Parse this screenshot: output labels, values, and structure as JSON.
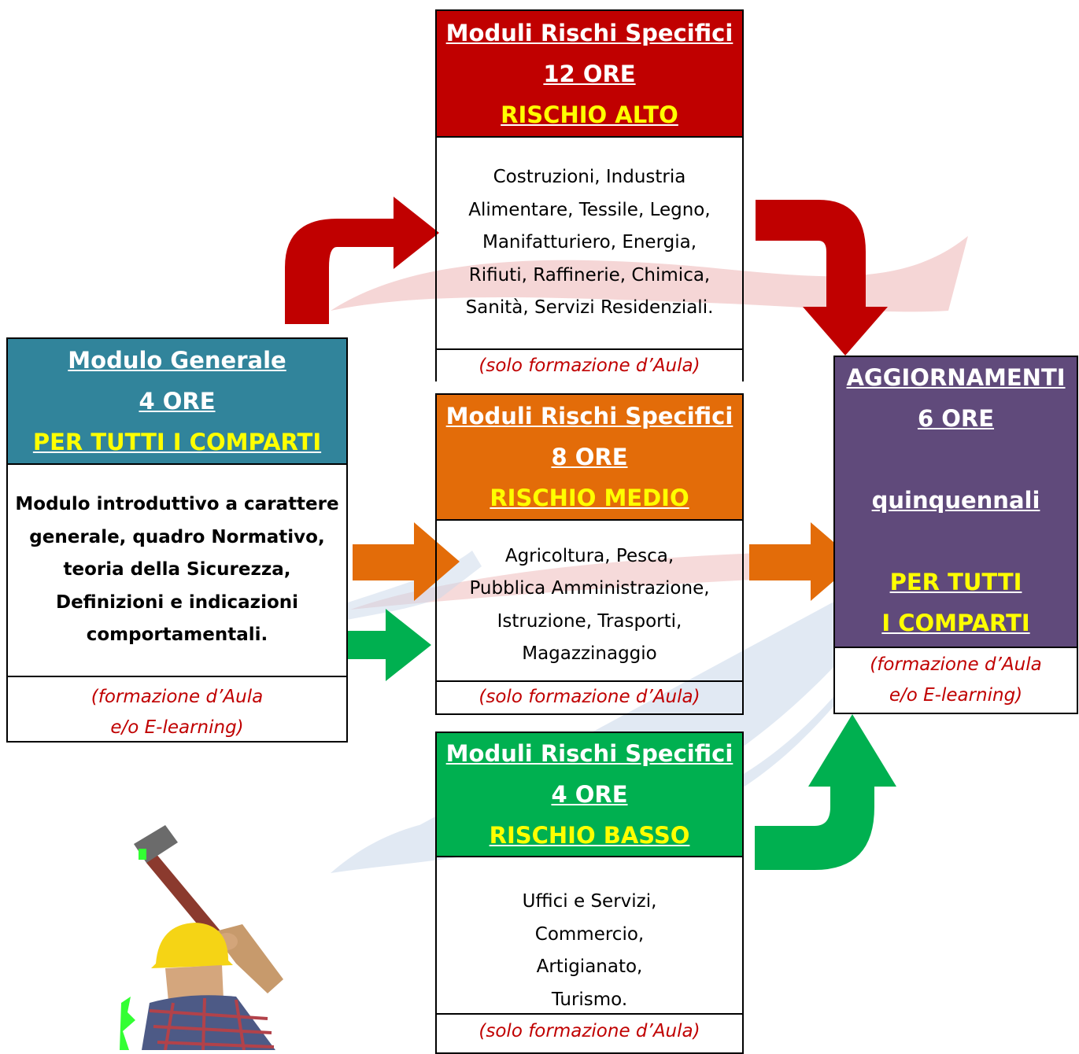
{
  "generale": {
    "title": "Modulo Generale",
    "hours": "4 ORE",
    "scope": "PER TUTTI I COMPARTI",
    "description": [
      "Modulo introduttivo a carattere",
      "generale, quadro Normativo,",
      "teoria della Sicurezza,",
      "Definizioni e indicazioni",
      "comportamentali."
    ],
    "note": [
      "(formazione d’Aula",
      "e/o E-learning)"
    ],
    "color": "#31849b"
  },
  "alto": {
    "title": "Moduli Rischi Specifici",
    "hours": "12 ORE",
    "risk": "RISCHIO ALTO",
    "sectors": [
      "Costruzioni, Industria",
      "Alimentare, Tessile, Legno,",
      "Manifatturiero, Energia,",
      "Rifiuti, Raffinerie, Chimica,",
      "Sanità, Servizi Residenziali."
    ],
    "note": "(solo formazione d’Aula)",
    "color": "#c00000"
  },
  "medio": {
    "title": "Moduli Rischi Specifici",
    "hours": "8 ORE",
    "risk": "RISCHIO MEDIO",
    "sectors": [
      "Agricoltura, Pesca,",
      "Pubblica Amministrazione,",
      "Istruzione, Trasporti,",
      "Magazzinaggio"
    ],
    "note": "(solo formazione d’Aula)",
    "color": "#e36c09"
  },
  "basso": {
    "title": "Moduli Rischi Specifici",
    "hours": "4 ORE",
    "risk": "RISCHIO BASSO",
    "sectors": [
      "Uffici e Servizi,",
      "Commercio,",
      "Artigianato,",
      "Turismo."
    ],
    "note": "(solo formazione d’Aula)",
    "color": "#00b050"
  },
  "aggiornamenti": {
    "title": "AGGIORNAMENTI",
    "hours": "6 ORE",
    "period": "quinquennali",
    "scope_line1": "PER TUTTI",
    "scope_line2": "I COMPARTI",
    "note": [
      "(formazione d’Aula",
      "e/o E-learning)"
    ],
    "color": "#604a7b"
  },
  "arrow_colors": {
    "red": "#c00000",
    "orange": "#e36c09",
    "green": "#00b050"
  },
  "illustration": "worker-with-hammer"
}
